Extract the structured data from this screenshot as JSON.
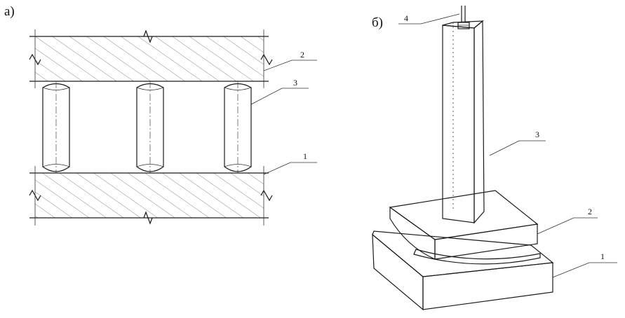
{
  "figure": {
    "panel_a": {
      "label": "а)",
      "callouts": {
        "top_slab": "2",
        "roller": "3",
        "bottom_slab": "1"
      }
    },
    "panel_b": {
      "label": "б)",
      "callouts": {
        "pin": "4",
        "column": "3",
        "cap": "2",
        "base": "1"
      }
    }
  },
  "colors": {
    "ink": "#1a1a1a",
    "background": "#ffffff"
  }
}
